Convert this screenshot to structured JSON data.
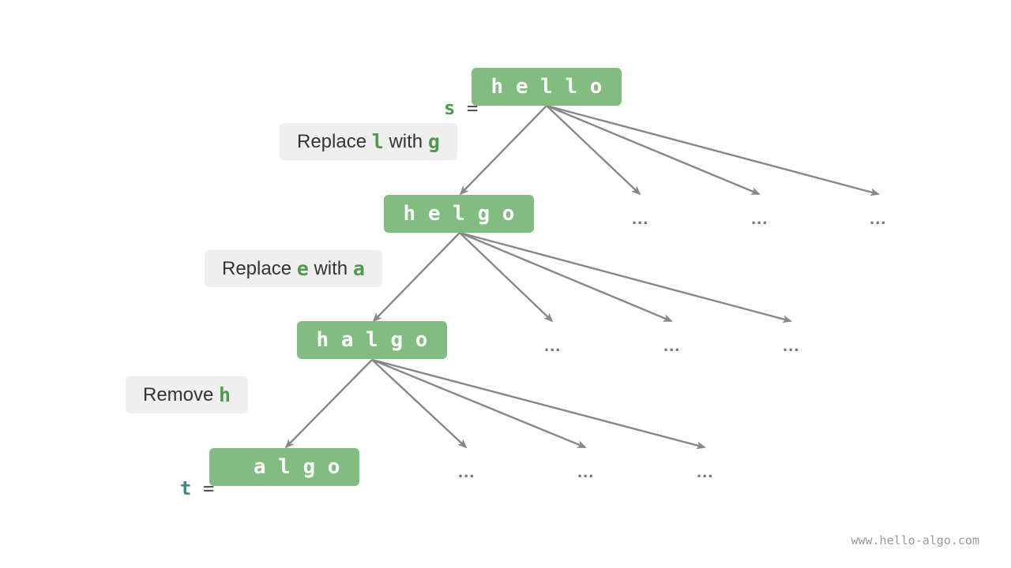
{
  "colors": {
    "node_fill": "#82bc80",
    "arrow": "#888888",
    "highlight": "#4f9a4b",
    "label_bg": "#efefef"
  },
  "vars": [
    {
      "name": "s",
      "eq": "=",
      "color": "#4f9a4b"
    },
    {
      "name": "t",
      "eq": "=",
      "color": "#3f8b82"
    }
  ],
  "nodes": [
    {
      "text": "h e l l o"
    },
    {
      "text": "h e l g o"
    },
    {
      "text": "h a l g o"
    },
    {
      "text": "  a l g o"
    }
  ],
  "labels": [
    {
      "prefix": "Replace ",
      "from": "l",
      "mid": " with ",
      "to": "g"
    },
    {
      "prefix": "Replace ",
      "from": "e",
      "mid": " with ",
      "to": "a"
    },
    {
      "prefix": "Remove ",
      "from": "h",
      "mid": "",
      "to": ""
    }
  ],
  "ellipsis": "...",
  "watermark": "www.hello-algo.com"
}
